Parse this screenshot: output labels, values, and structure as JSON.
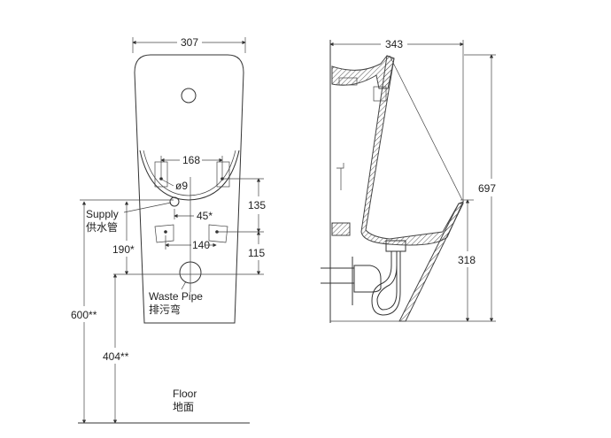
{
  "front_view": {
    "width_dim": "307",
    "bracket_spacing_upper": "168",
    "hole_diameter": "ø9",
    "supply_offset": "45*",
    "bracket_spacing_lower": "140",
    "vertical_upper": "135",
    "vertical_lower": "115",
    "supply_to_waste": "190*",
    "supply_height": "600**",
    "waste_height": "404**",
    "supply_label": "Supply",
    "supply_label_cn": "供水管",
    "waste_label": "Waste Pipe",
    "waste_label_cn": "排污弯",
    "floor_label": "Floor",
    "floor_label_cn": "地面"
  },
  "side_view": {
    "depth_dim": "343",
    "height_dim": "697",
    "lip_height_dim": "318"
  }
}
